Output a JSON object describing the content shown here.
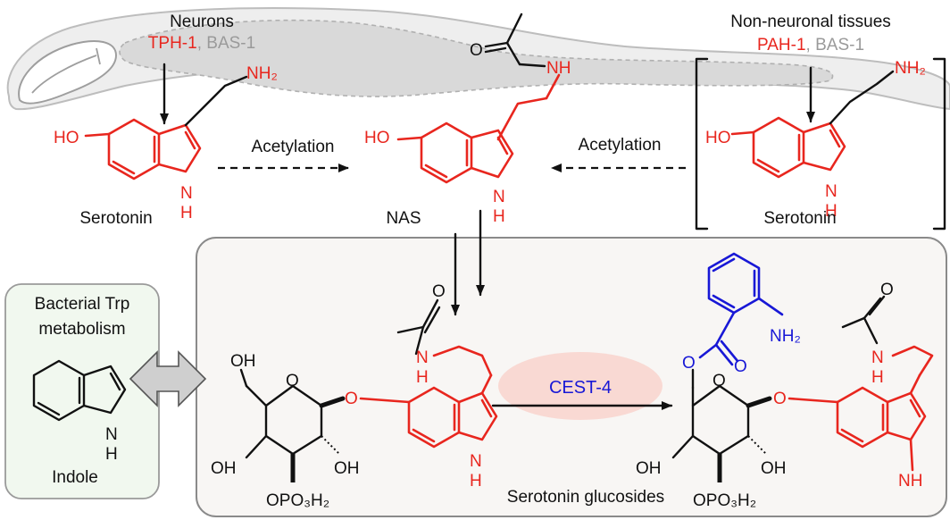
{
  "neurons": {
    "title": "Neurons",
    "enzyme_red": "TPH-1",
    "separator": ", ",
    "enzyme_gray": "BAS-1"
  },
  "non_neuronal": {
    "title": "Non-neuronal tissues",
    "enzyme_red": "PAH-1",
    "separator": ", ",
    "enzyme_gray": "BAS-1"
  },
  "molecules": {
    "serotonin_left": "Serotonin",
    "serotonin_right": "Serotonin",
    "nas": "NAS",
    "indole": "Indole",
    "glucosides": "Serotonin glucosides"
  },
  "arrows": {
    "acetylation_left": "Acetylation",
    "acetylation_right": "Acetylation"
  },
  "bacterial": {
    "line1": "Bacterial Trp",
    "line2": "metabolism"
  },
  "enzyme_cest": "CEST-4",
  "atoms": {
    "nh2": "NH₂",
    "ho": "HO",
    "n": "N",
    "h": "H",
    "nh": "NH",
    "o": "O",
    "oh": "OH",
    "opo3h2": "OPO₃H₂"
  },
  "colors": {
    "serotonin_core": "#e8261e",
    "anthranilate": "#1818d6",
    "cest_blob": "#f9d9d3",
    "bacterial_box": "#f1f8ef",
    "glucoside_box": "#f8f6f4",
    "worm": "#e9e9e9"
  }
}
